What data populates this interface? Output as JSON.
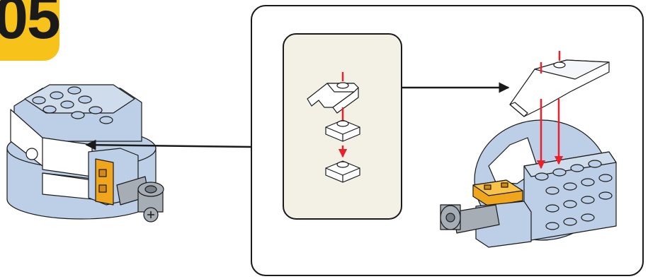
{
  "step": {
    "number": "05"
  },
  "colors": {
    "badge": "#f7c31a",
    "brick_blue": "#bccfe6",
    "brick_white": "#ffffff",
    "brick_gray": "#a6adb5",
    "brick_orange": "#f0a61c",
    "arrow_red": "#e8212b",
    "callout_panel": "#f3f0e6",
    "outline": "#1a1a1a"
  },
  "parts_callout": {
    "parts": [
      "white-slope-piece",
      "white-plate-1x1-round",
      "white-tile-1x2-with-stud"
    ]
  }
}
